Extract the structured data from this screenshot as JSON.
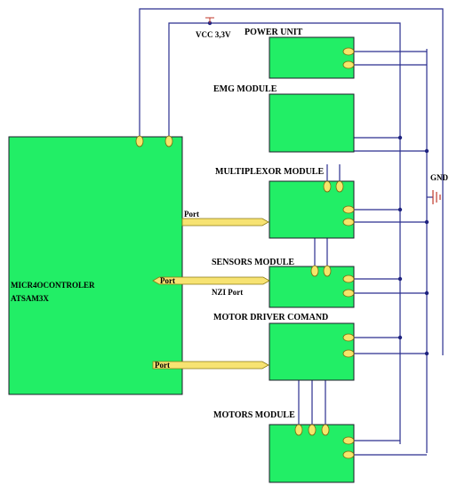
{
  "power": {
    "vcc_label": "VCC 3,3V",
    "gnd_label": "GND"
  },
  "modules": {
    "power_unit": "POWER UNIT",
    "emg": "EMG MODULE",
    "multiplexor": "MULTIPLEXOR MODULE",
    "sensors": "SENSORS MODULE",
    "motor_driver": "MOTOR DRIVER COMAND",
    "motors": "MOTORS MODULE"
  },
  "controller": {
    "line1": "MICR4OCONTROLER",
    "line2": "ATSAM3X"
  },
  "ports": {
    "mux_port": "Port",
    "sensors_port": "Port",
    "sensors_port_note": "NZI Port",
    "driver_port": "Port"
  },
  "colors": {
    "module_fill": "#22ee66",
    "wire": "#2b2f8f",
    "pin_fill": "#f5e66a"
  }
}
